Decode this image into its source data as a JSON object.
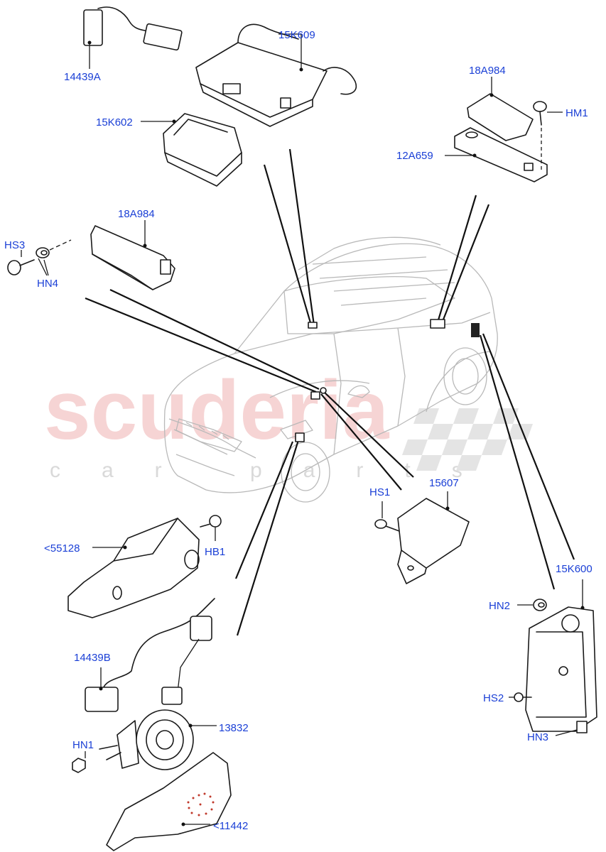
{
  "watermark": {
    "main": "scuderia",
    "sub": "car parts",
    "color": "#f3c6c6"
  },
  "label_color": "#1a3fd6",
  "labels": [
    "14439A",
    "15K609",
    "15K602",
    "18A984",
    "HM1",
    "12A659",
    "18A984",
    "HS3",
    "HN4",
    "HS1",
    "15607",
    "<55128",
    "HB1",
    "15K600",
    "HN2",
    "14439B",
    "13832",
    "HS2",
    "HN1",
    "HN3",
    "<11442"
  ]
}
